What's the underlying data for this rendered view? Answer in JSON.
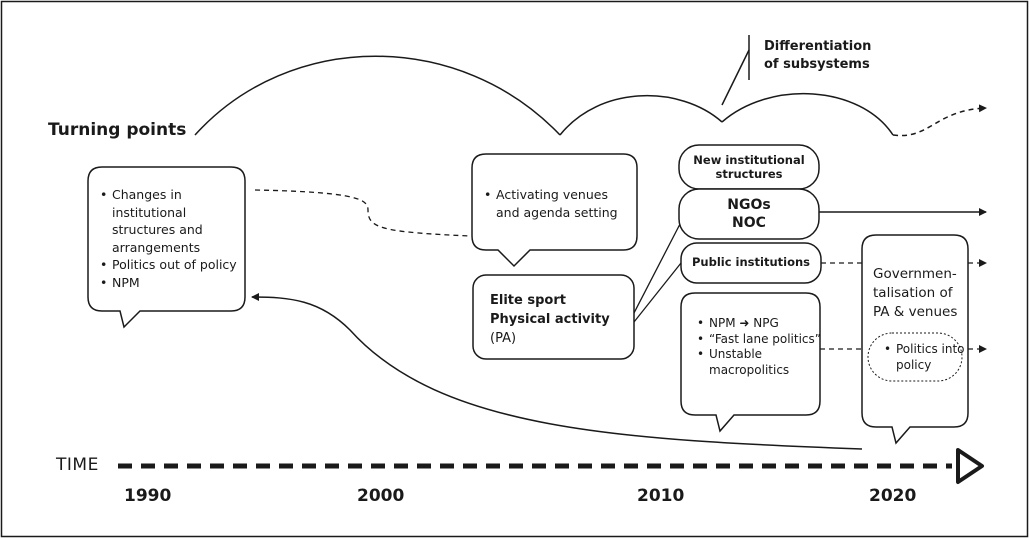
{
  "labels": {
    "turning_points": "Turning points",
    "differentiation_line1": "Differentiation",
    "differentiation_line2": "of subsystems",
    "time": "TIME"
  },
  "years": [
    "1990",
    "2000",
    "2010",
    "2020"
  ],
  "box_1990": {
    "items": [
      "Changes in",
      "institutional",
      "structures and",
      "arrangements",
      "Politics out of policy",
      "NPM"
    ]
  },
  "box_venues": {
    "line1": "Activating venues",
    "line2": "and agenda setting"
  },
  "box_elite": {
    "line1": "Elite sport",
    "line2": "Physical activity",
    "line3": "(PA)"
  },
  "box_new_inst": {
    "line1": "New institutional",
    "line2": "structures"
  },
  "box_ngo": {
    "line1": "NGOs",
    "line2": "NOC"
  },
  "box_public": {
    "label": "Public institutions"
  },
  "box_npm": {
    "item1_a": "NPM",
    "item1_arrow": "➜",
    "item1_b": "NPG",
    "item2": "“Fast lane politics”",
    "item3_line1": "Unstable",
    "item3_line2": "macropolitics"
  },
  "box_gov": {
    "line1": "Governmen-",
    "line2": "talisation of",
    "line3": "PA & venues"
  },
  "oval_politics": {
    "line1": "Politics into",
    "line2": "policy"
  },
  "colors": {
    "ink": "#1a1a1a",
    "background": "#ffffff"
  }
}
